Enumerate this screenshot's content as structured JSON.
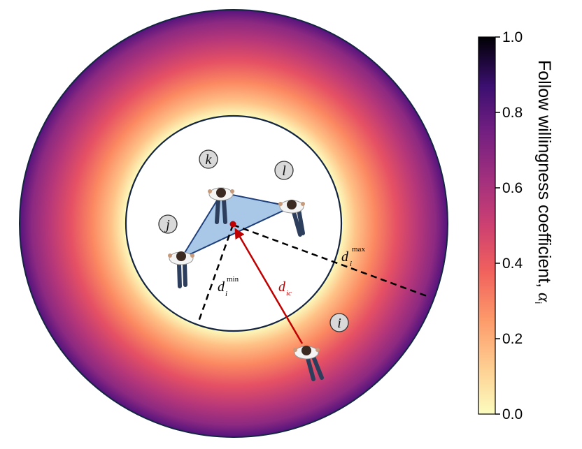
{
  "diagram": {
    "agents": {
      "k": "k",
      "l": "l",
      "j": "j",
      "i": "i"
    },
    "labels": {
      "d_max_base": "d",
      "d_max_sub": "i",
      "d_max_sup": "max",
      "d_min_base": "d",
      "d_min_sub": "i",
      "d_min_sup": "min",
      "d_ic_base": "d",
      "d_ic_sub": "ic"
    },
    "colors": {
      "ring_gradient": [
        "#fcfdbf",
        "#fec287",
        "#fb8861",
        "#e55064",
        "#b73779",
        "#8c2981",
        "#51127c"
      ],
      "inner_border": "#142542",
      "triangle_fill": "#a9c8e8",
      "triangle_stroke": "#1f3f7a",
      "arrow": "#c00000",
      "centroid": "#c00000"
    }
  },
  "colorbar": {
    "title_main": "Follow willingness coefficient, ",
    "title_symbol": "α",
    "title_symbol_sub": "i",
    "ticks": [
      "0.0",
      "0.2",
      "0.4",
      "0.6",
      "0.8",
      "1.0"
    ],
    "colormap": "magma"
  }
}
